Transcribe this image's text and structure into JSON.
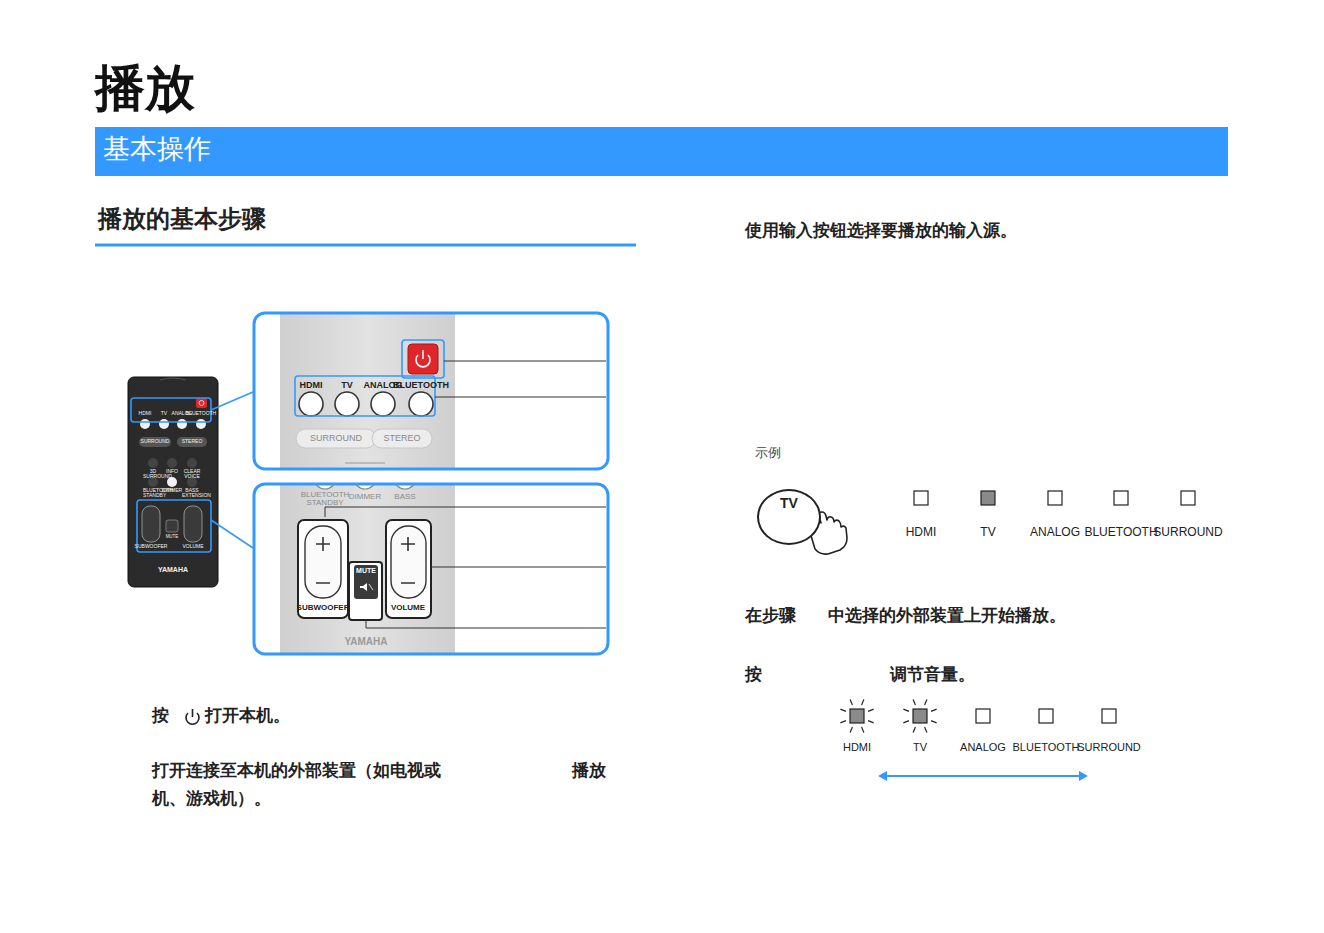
{
  "diagram": {
    "title": "播放",
    "nodes": [
      {
        "text": [
          "基本操作"
        ]
      },
      {
        "text": [
          "TV"
        ]
      }
    ],
    "labels": [
      "播放的基本步骤",
      "使用输入按钮选择要播放的输入源。",
      "示例",
      "HDMI",
      "TV",
      "ANALOG",
      "BLUETOOTH",
      "SURROUND",
      "在步骤",
      "中选择的外部装置上开始播放。",
      "按",
      "调节音量。",
      "HDMI",
      "TV",
      "ANALOG",
      "BLUETOOTH",
      "SURROUND",
      "按",
      "打开本机。",
      "打开连接至本机的外部装置（如电视或",
      "播放",
      "机、游戏机）。",
      "HDMI",
      "TV",
      "ANALOG",
      "BLUETOOTH",
      "SURROUND",
      "STEREO",
      "BLUETOOTH",
      "STANDBY",
      "DIMMER",
      "BASS",
      "SUBWOOFER",
      "MUTE",
      "VOLUME",
      "YAMAHA",
      "HDMI",
      "TV",
      "ANALOG",
      "BLUETOOTH",
      "SURROUND",
      "STEREO",
      "3D SURROUND",
      "INFO",
      "CLEAR VOICE",
      "BLUETOOTH STANDBY",
      "DIMMER",
      "BASS EXTENSION",
      "SUBWOOFER",
      "MUTE",
      "VOLUME",
      "YAMAHA"
    ]
  }
}
